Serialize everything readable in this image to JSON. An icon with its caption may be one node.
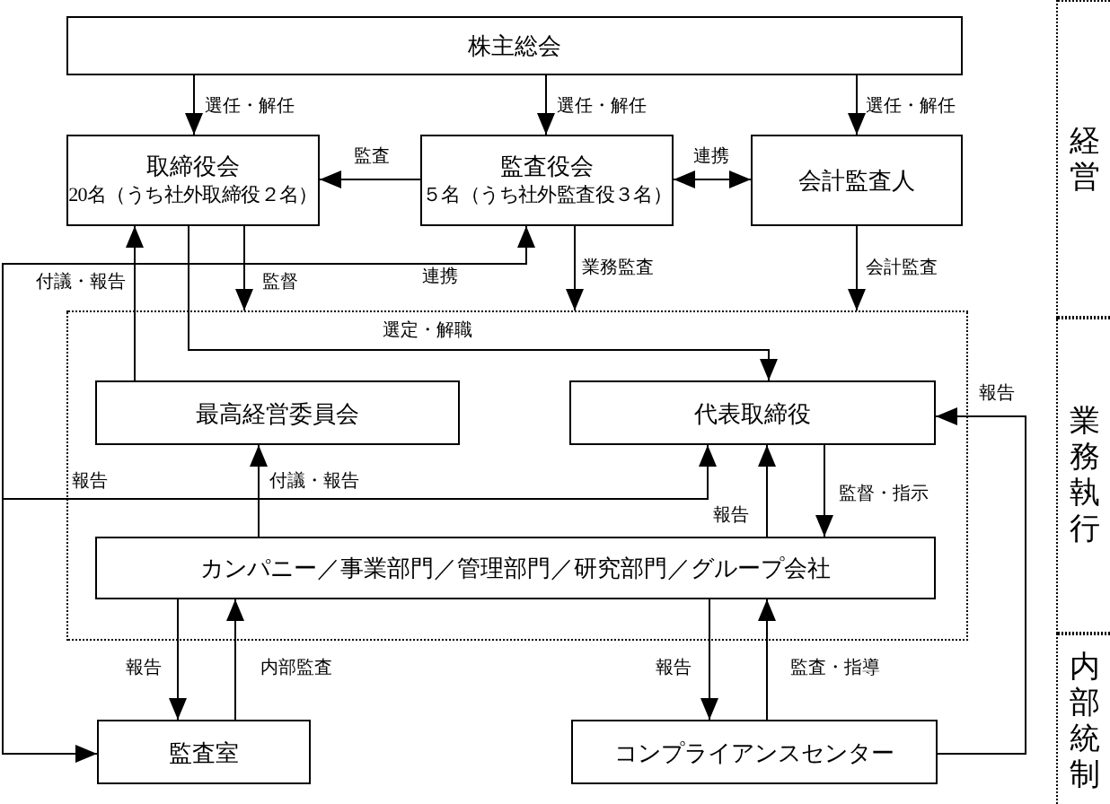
{
  "diagram": {
    "nodes": [
      {
        "text": [
          "株主総会"
        ]
      },
      {
        "text": [
          "取締役会",
          "20名（うち社外取締役２名）"
        ]
      },
      {
        "text": [
          "監査役会",
          "５名（うち社外監査役３名）"
        ]
      },
      {
        "text": [
          "会計監査人"
        ]
      },
      {
        "text": [],
        "shape": "box"
      },
      {
        "text": [
          "最高経営委員会"
        ],
        "in": 4
      },
      {
        "text": [
          "代表取締役"
        ],
        "in": 4
      },
      {
        "text": [
          "カンパニー／事業部門／管理部門／研究部門／グループ会社"
        ],
        "in": 4
      },
      {
        "text": [
          "監査室"
        ]
      },
      {
        "text": [
          "コンプライアンスセンター"
        ]
      },
      {
        "text": [
          "経営"
        ]
      },
      {
        "text": [
          "業務執行"
        ]
      },
      {
        "text": [
          "内部統制"
        ]
      }
    ],
    "edges": [
      {
        "from": 0,
        "to": 1,
        "arrow": "to",
        "label": "選任・解任"
      },
      {
        "from": 0,
        "to": 2,
        "arrow": "to",
        "label": "選任・解任"
      },
      {
        "from": 0,
        "to": 3,
        "arrow": "to",
        "label": "選任・解任"
      },
      {
        "from": 2,
        "to": 1,
        "arrow": "to",
        "label": "監査"
      },
      {
        "from": 2,
        "to": 3,
        "arrow": "both",
        "label": "連携"
      },
      {
        "from": 1,
        "to": 4,
        "arrow": "to",
        "label": "監督"
      },
      {
        "from": 8,
        "to": 2,
        "arrow": "both",
        "label": "連携"
      },
      {
        "from": 2,
        "to": 4,
        "arrow": "to",
        "label": "業務監査"
      },
      {
        "from": 3,
        "to": 4,
        "arrow": "to",
        "label": "会計監査"
      },
      {
        "from": 1,
        "to": 6,
        "arrow": "to",
        "label": "選定・解職"
      },
      {
        "from": 5,
        "to": 1,
        "arrow": "to",
        "label": "付議・報告"
      },
      {
        "from": 8,
        "to": 6,
        "arrow": "to",
        "label": "報告"
      },
      {
        "from": 7,
        "to": 5,
        "arrow": "to",
        "label": "付議・報告"
      },
      {
        "from": 7,
        "to": 6,
        "arrow": "to",
        "label": "報告"
      },
      {
        "from": 6,
        "to": 7,
        "arrow": "to",
        "label": "監督・指示"
      },
      {
        "from": 9,
        "to": 6,
        "arrow": "to",
        "label": "報告"
      },
      {
        "from": 7,
        "to": 8,
        "arrow": "to",
        "label": "報告"
      },
      {
        "from": 8,
        "to": 7,
        "arrow": "to",
        "label": "内部監査"
      },
      {
        "from": 7,
        "to": 9,
        "arrow": "to",
        "label": "報告"
      },
      {
        "from": 9,
        "to": 7,
        "arrow": "to",
        "label": "監査・指導"
      }
    ]
  }
}
